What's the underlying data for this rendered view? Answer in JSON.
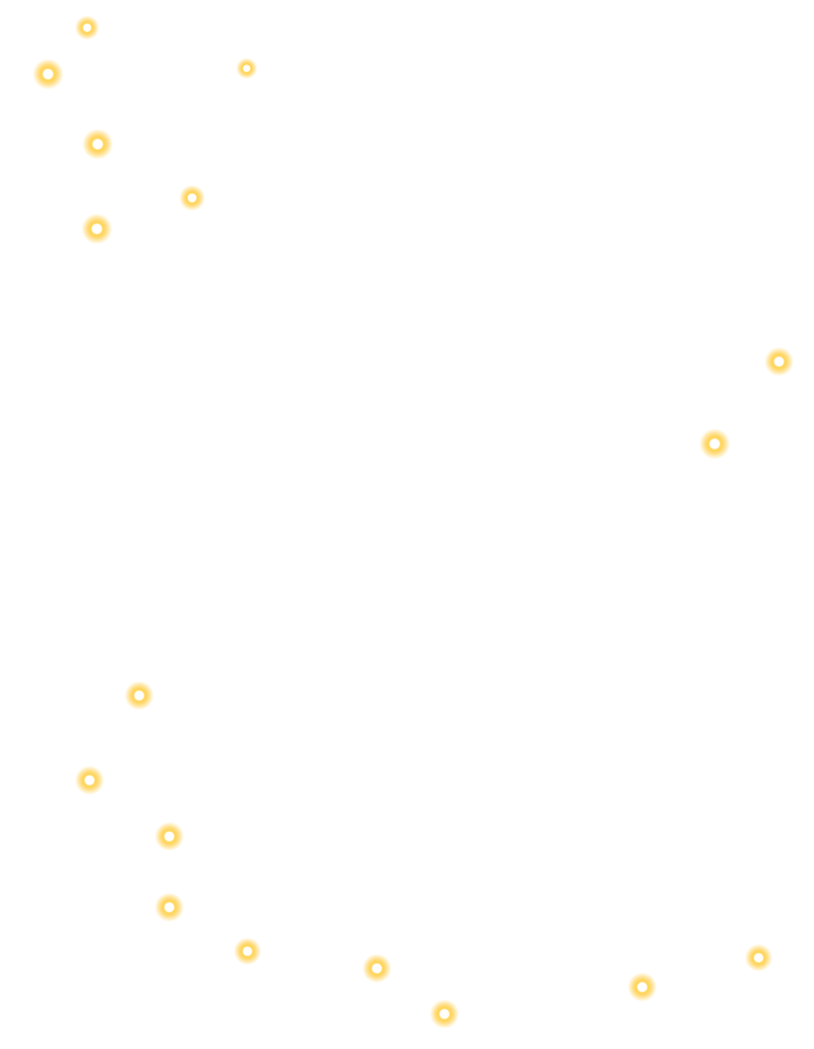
{
  "scene": {
    "background": "#ffffff",
    "glow_outer": "#ffc21f",
    "glow_mid": "#ffd24d",
    "core": "#ffffff",
    "particles": [
      {
        "id": "sparkle-1"
      },
      {
        "id": "sparkle-2"
      },
      {
        "id": "sparkle-3"
      },
      {
        "id": "sparkle-4"
      },
      {
        "id": "sparkle-5"
      },
      {
        "id": "sparkle-6"
      },
      {
        "id": "sparkle-7"
      },
      {
        "id": "sparkle-8"
      },
      {
        "id": "sparkle-9"
      },
      {
        "id": "sparkle-10"
      },
      {
        "id": "sparkle-11"
      },
      {
        "id": "sparkle-12"
      },
      {
        "id": "sparkle-13"
      },
      {
        "id": "sparkle-14"
      },
      {
        "id": "sparkle-15"
      },
      {
        "id": "sparkle-16"
      },
      {
        "id": "sparkle-17"
      },
      {
        "id": "sparkle-18"
      },
      {
        "id": "sparkle-19"
      },
      {
        "id": "sparkle-20"
      }
    ]
  }
}
